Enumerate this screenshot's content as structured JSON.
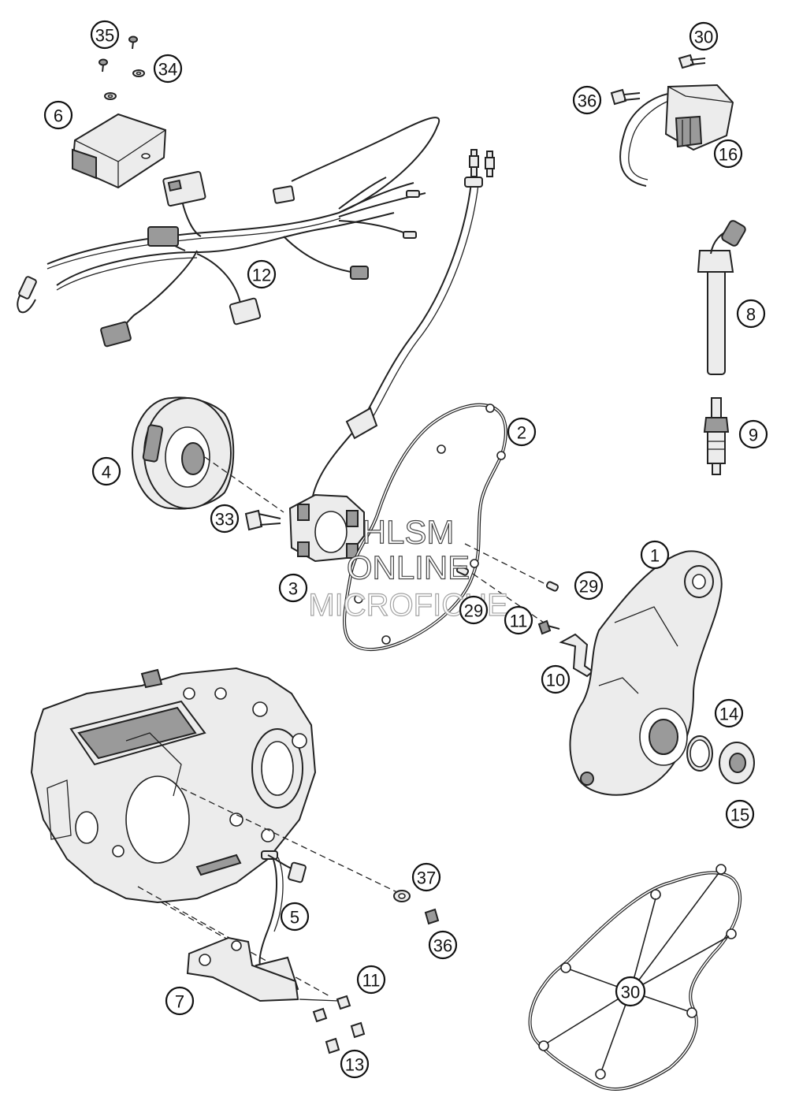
{
  "watermark": {
    "line1": "HLSM",
    "line2": "ONLINE",
    "line3": "MICROFICHE"
  },
  "callouts": [
    {
      "id": "c35",
      "label": "35"
    },
    {
      "id": "c34",
      "label": "34"
    },
    {
      "id": "c6",
      "label": "6"
    },
    {
      "id": "c12",
      "label": "12"
    },
    {
      "id": "c30a",
      "label": "30"
    },
    {
      "id": "c36a",
      "label": "36"
    },
    {
      "id": "c16",
      "label": "16"
    },
    {
      "id": "c8",
      "label": "8"
    },
    {
      "id": "c9",
      "label": "9"
    },
    {
      "id": "c2",
      "label": "2"
    },
    {
      "id": "c4",
      "label": "4"
    },
    {
      "id": "c33",
      "label": "33"
    },
    {
      "id": "c3",
      "label": "3"
    },
    {
      "id": "c1",
      "label": "1"
    },
    {
      "id": "c29a",
      "label": "29"
    },
    {
      "id": "c29b",
      "label": "29"
    },
    {
      "id": "c11a",
      "label": "11"
    },
    {
      "id": "c10",
      "label": "10"
    },
    {
      "id": "c14",
      "label": "14"
    },
    {
      "id": "c15",
      "label": "15"
    },
    {
      "id": "c37",
      "label": "37"
    },
    {
      "id": "c5",
      "label": "5"
    },
    {
      "id": "c36b",
      "label": "36"
    },
    {
      "id": "c11b",
      "label": "11"
    },
    {
      "id": "c7",
      "label": "7"
    },
    {
      "id": "c13",
      "label": "13"
    },
    {
      "id": "c30b",
      "label": "30"
    }
  ]
}
